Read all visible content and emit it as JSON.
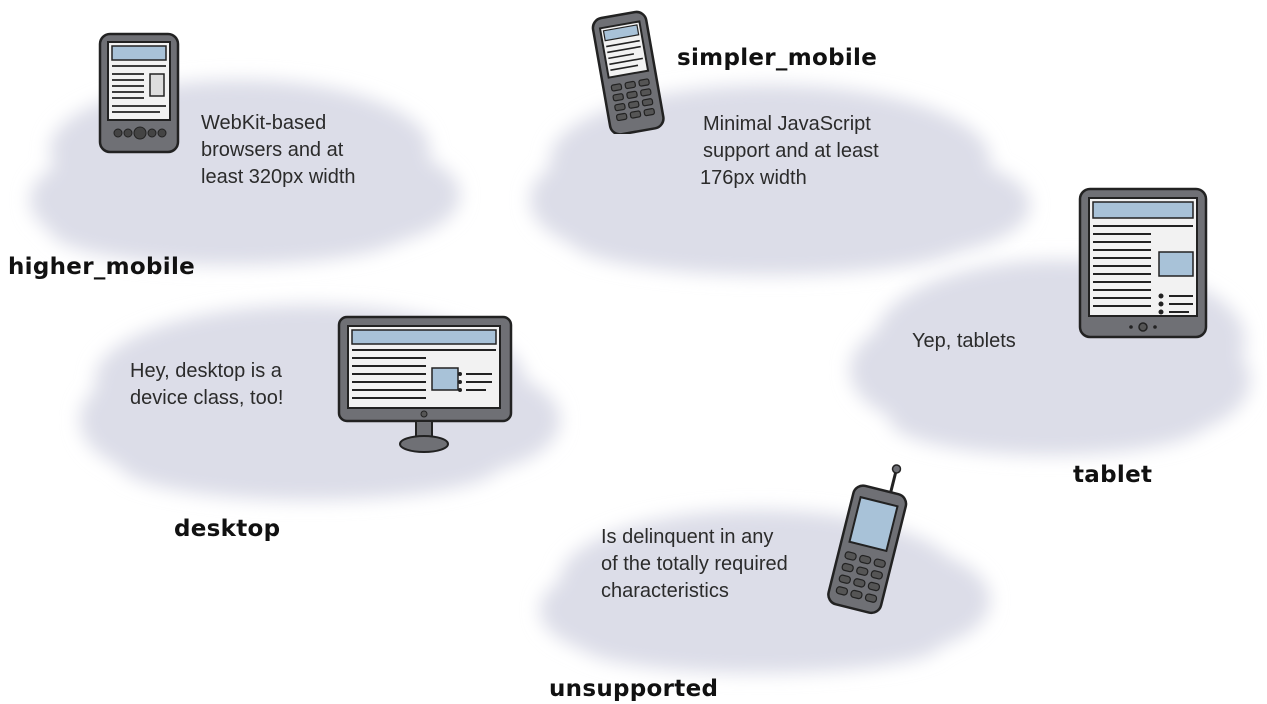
{
  "classes": [
    {
      "id": "higher_mobile",
      "title": "higher_mobile",
      "description": [
        "WebKit-based",
        "browsers and at",
        "least 320px width"
      ],
      "icon": "pda-icon"
    },
    {
      "id": "simpler_mobile",
      "title": "simpler_mobile",
      "description": [
        "Minimal JavaScript",
        "support and at least",
        "176px width"
      ],
      "icon": "feature-phone-icon"
    },
    {
      "id": "tablet",
      "title": "tablet",
      "description": [
        "Yep, tablets"
      ],
      "icon": "tablet-icon"
    },
    {
      "id": "desktop",
      "title": "desktop",
      "description": [
        "Hey, desktop is a",
        "device class, too!"
      ],
      "icon": "monitor-icon"
    },
    {
      "id": "unsupported",
      "title": "unsupported",
      "description": [
        "Is delinquent in any",
        "of the totally required",
        "characteristics"
      ],
      "icon": "flip-phone-icon"
    }
  ],
  "colors": {
    "cloud": "#dfe0ea",
    "cloud_shadow": "#c9cada",
    "device_body": "#7a7b80",
    "screen": "#a8c2d8",
    "ink": "#222222"
  }
}
